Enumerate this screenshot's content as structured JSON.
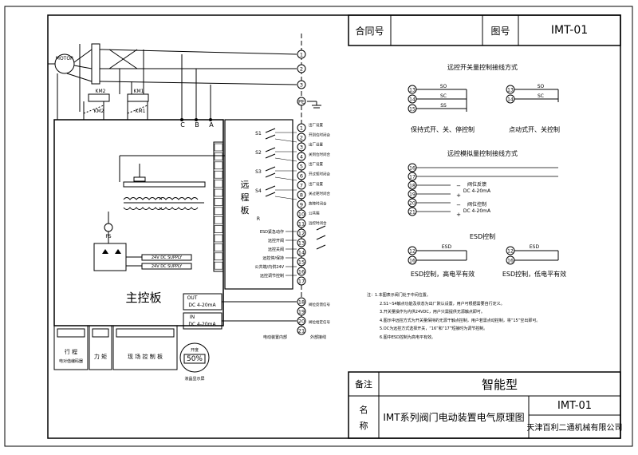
{
  "title_block": {
    "contract_label": "合同号",
    "drawing_no_label": "图号",
    "drawing_no": "IMT-01",
    "remark_label": "备注",
    "type": "智能型",
    "name_label_1": "名",
    "name_label_2": "称",
    "drawing_name": "IMT系列阀门电动装置电气原理图",
    "drawing_no_2": "IMT-01",
    "company": "天津百利二通机械有限公司"
  },
  "main": {
    "motor": "MOTOR",
    "main_board": "主控板",
    "remote_board_chars": [
      "远",
      "程",
      "板"
    ],
    "km1": "KM1",
    "km2": "KM2",
    "phase_c": "C",
    "phase_b": "B",
    "phase_a": "A",
    "fs": "FS",
    "supply_1": "24V DC SUPPLY",
    "supply_2": "24V DC SUPPLY",
    "out": "OUT",
    "out_signal": "DC 4-20mA",
    "in": "IN",
    "in_signal": "DC 4-20mA",
    "travel": "行 程",
    "encoder": "电对值编码器",
    "torque": "力 矩",
    "field_panel": "现 场 控 制 板",
    "display_value": "50%",
    "display_text": "开度",
    "lcd": "液晶显示屏",
    "internal": "电动装置内部",
    "external": "外部接线",
    "s_labels": [
      "S1",
      "S2",
      "S3",
      "S4"
    ],
    "esd_labels": [
      "ESD紧急动作",
      "远控开阀",
      "远控关阀",
      "远控停/保持",
      "公共端/内供24V",
      "远控调节控制"
    ],
    "r_label": "R",
    "terminals": [
      "1",
      "2",
      "3",
      "PE",
      "1",
      "2",
      "3",
      "4",
      "5",
      "6",
      "7",
      "8",
      "9",
      "10",
      "11",
      "12",
      "13",
      "14",
      "15",
      "16",
      "17",
      "18",
      "19",
      "20",
      "21"
    ],
    "relay_notes": [
      "出厂设置",
      "开到位时闭合",
      "出厂设置",
      "关到位时闭合",
      "出厂设置",
      "开过矩时闭合",
      "出厂设置",
      "关过矩时闭合",
      "故障时闭合",
      "公共端",
      "远控时闭合"
    ],
    "feedback_note": "阀位反馈信号",
    "given_note": "阀位给定信号"
  },
  "right": {
    "switch_title": "远控开关量控制接线方式",
    "so": "SO",
    "sc": "SC",
    "ss": "SS",
    "so2": "SO",
    "sc2": "SC",
    "caption_1": "保持式开、关、停控制",
    "caption_2": "点动式开、关控制",
    "analog_title": "远控模拟量控制接线方式",
    "analog_fb": "阀位反馈",
    "analog_fb_sig": "DC 4-20mA",
    "analog_ctl": "阀位控制",
    "analog_ctl_sig": "DC 4-20mA",
    "esd_title": "ESD控制",
    "esd_1": "ESD",
    "esd_2": "ESD",
    "esd_caption_1": "ESD控制，高电平有效",
    "esd_caption_2": "ESD控制，低电平有效"
  },
  "notes": [
    "注：1.本图表示阀门处于中间位置。",
    "2.S1~S4触点功能及状态为出厂默认设置，用户可根据需要自行定义。",
    "3.开关量操作为内供24VDC，用户只需提供无源触点即可。",
    "4.图示中远控方式为开关量保持的无源干触点控制，用户若需点动控制，将“15”空出即可。",
    "5.OC为远控方式选择开关，“16”和“17”短接时为调节控制。",
    "6.图中ESD控制为高电平有效。"
  ]
}
